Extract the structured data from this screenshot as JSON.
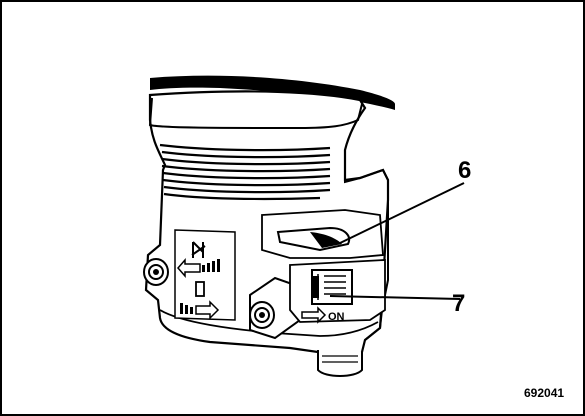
{
  "figure": {
    "figure_id": "692041",
    "callouts": [
      {
        "number": "6"
      },
      {
        "number": "7"
      }
    ],
    "labels": {
      "on_marker": "ON"
    }
  }
}
